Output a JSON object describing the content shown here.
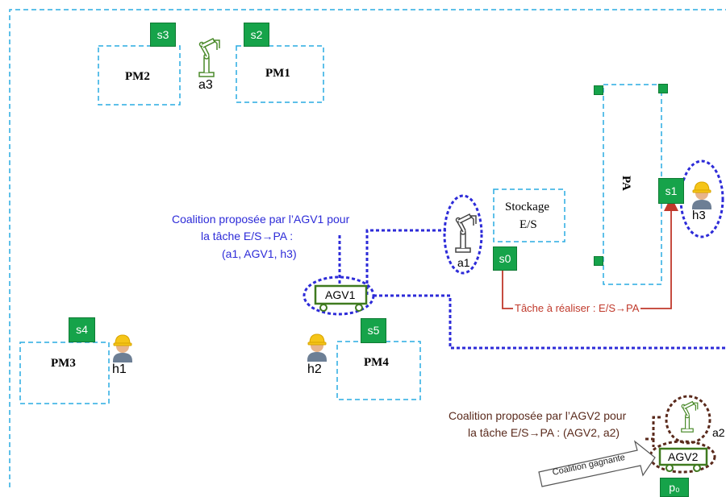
{
  "machines": {
    "pm2": "PM2",
    "pm1": "PM1",
    "pm3": "PM3",
    "pm4": "PM4",
    "pa": "PA"
  },
  "storage": {
    "line1": "Stockage",
    "line2": "E/S"
  },
  "stations": {
    "s0": "s0",
    "s1": "s1",
    "s2": "s2",
    "s3": "s3",
    "s4": "s4",
    "s5": "s5",
    "p0": "p₀"
  },
  "robots": {
    "a1": "a1",
    "a2": "a2",
    "a3": "a3"
  },
  "humans": {
    "h1": "h1",
    "h2": "h2",
    "h3": "h3"
  },
  "agvs": {
    "agv1": "AGV1",
    "agv2": "AGV2"
  },
  "coalition1": {
    "line1": "Coalition proposée par l’AGV1 pour",
    "line2": "la tâche E/S→PA :",
    "line3": "(a1, AGV1, h3)"
  },
  "coalition2": {
    "line1": "Coalition proposée par l’AGV2 pour",
    "line2": "la tâche E/S→PA : (AGV2, a2)"
  },
  "task_label": "Tâche à réaliser : E/S→PA",
  "winner_label": "Coalition gagnante",
  "colors": {
    "zone_border": "#29abe2",
    "station": "#16a34a",
    "coalition1": "#2d2bd8",
    "coalition2": "#5a2a1c",
    "task_arrow": "#c0392b",
    "agv_outline": "#3f7a1f",
    "robot": "#4a8a2a"
  },
  "icons": {
    "robot": "robot-arm-icon",
    "human": "worker-helmet-icon",
    "arrow": "block-arrow-icon"
  }
}
